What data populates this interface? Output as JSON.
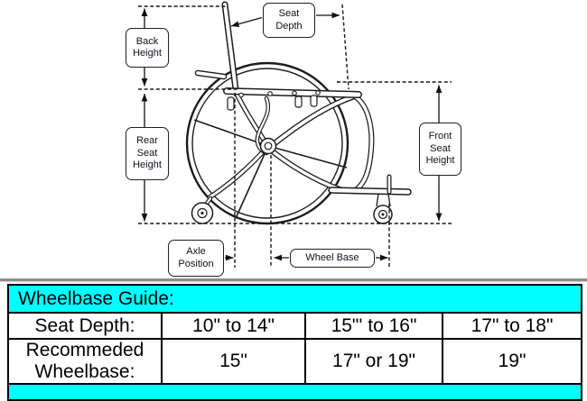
{
  "diagram": {
    "labels": {
      "back_height": "Back Height",
      "seat_depth": "Seat Depth",
      "rear_seat_height": "Rear Seat Height",
      "front_seat_height": "Front Seat Height",
      "axle_position": "Axle Position",
      "wheel_base": "Wheel Base"
    }
  },
  "table": {
    "title": "Wheelbase Guide:",
    "rows": [
      {
        "label": "Seat Depth:",
        "values": [
          "10\" to 14\"",
          "15\"' to 16\"",
          "17\" to 18\""
        ]
      },
      {
        "label": "Recommeded Wheelbase:",
        "values": [
          "15\"",
          "17\" or 19\"",
          "19\""
        ]
      }
    ],
    "colors": {
      "header_bg": "#00FFFF",
      "border": "#000000",
      "text": "#000000"
    }
  }
}
